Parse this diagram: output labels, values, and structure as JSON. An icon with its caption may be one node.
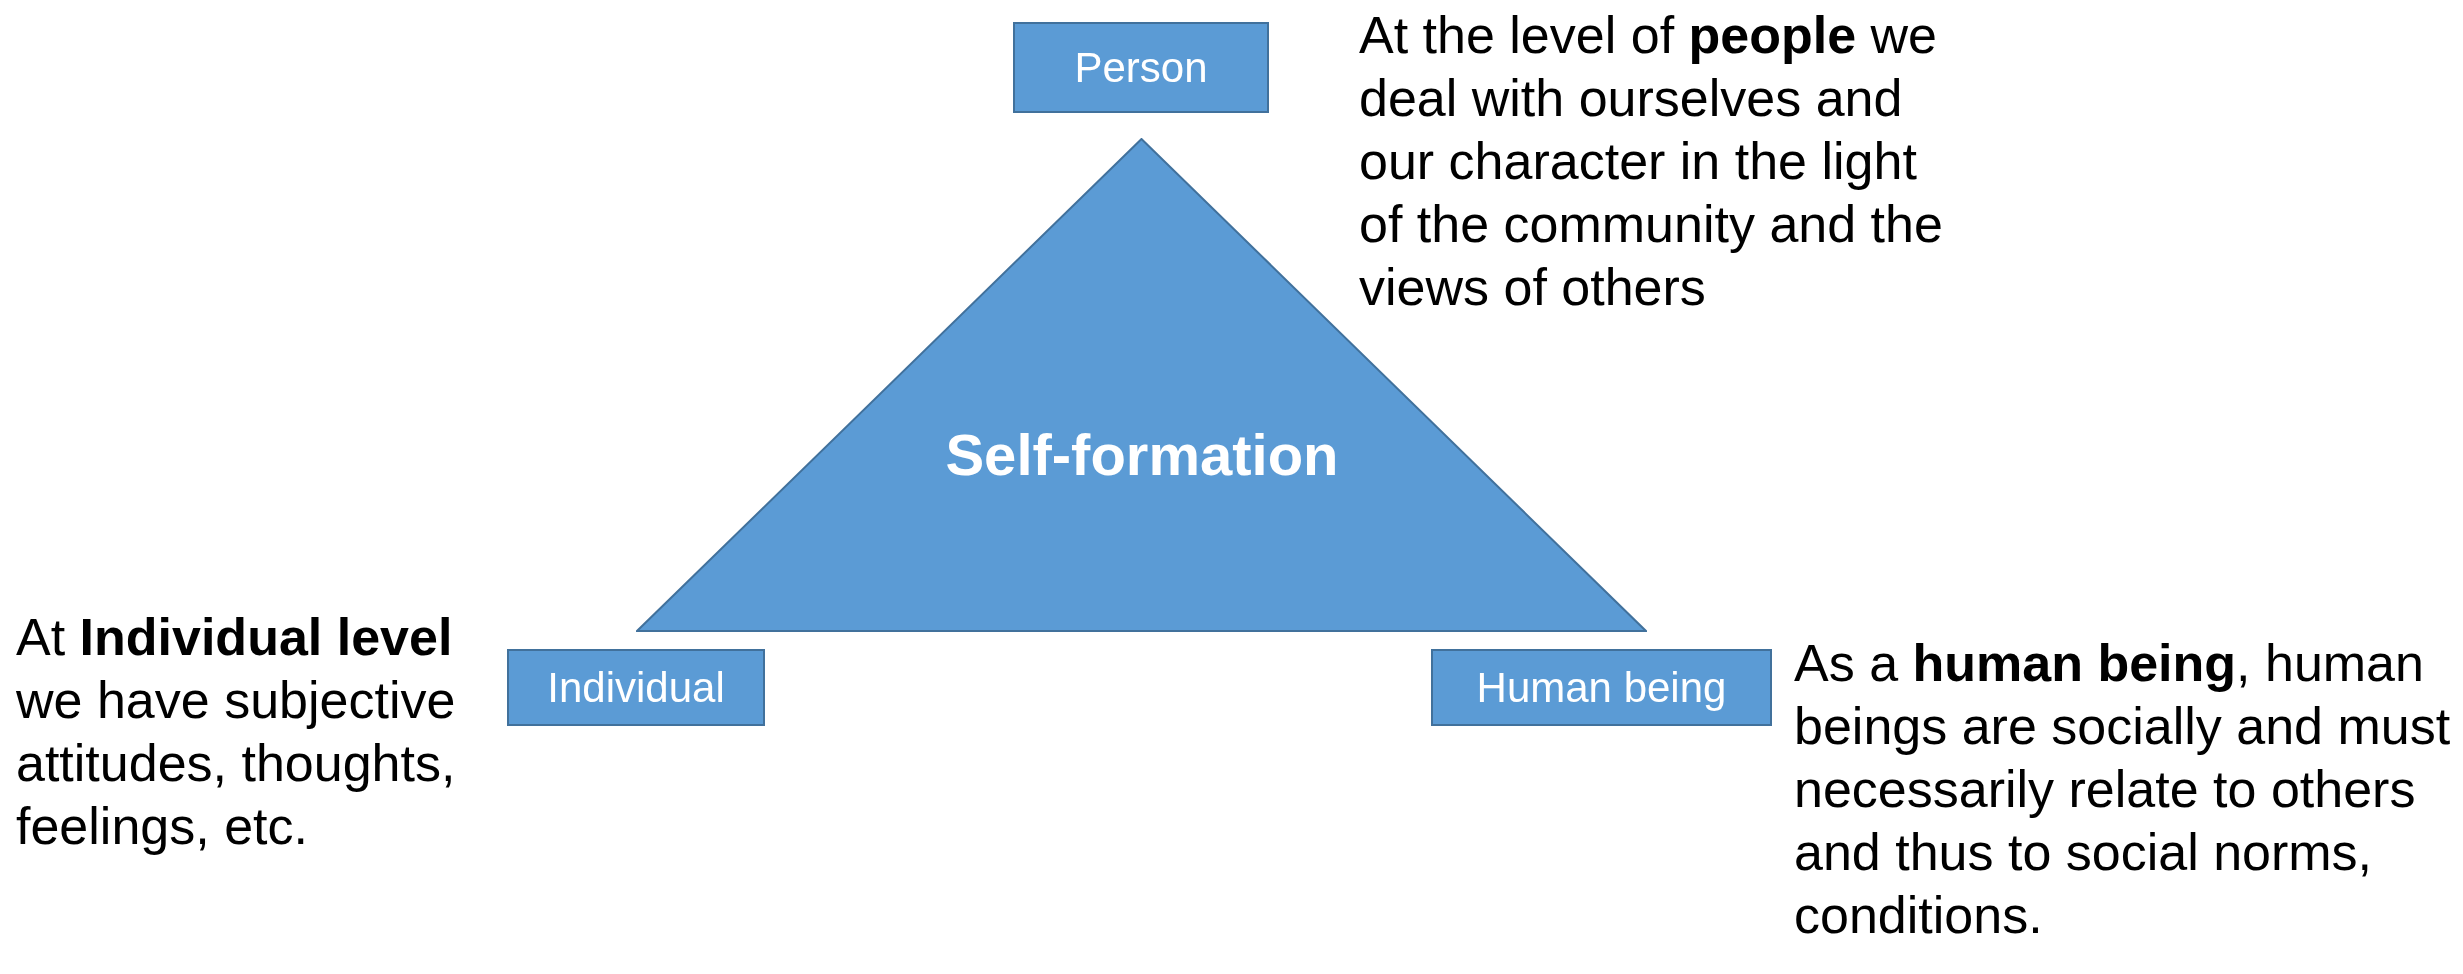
{
  "diagram": {
    "nodes": [
      {
        "text": [
          "Person"
        ]
      },
      {
        "text": [
          "Self-formation"
        ]
      },
      {
        "text": [
          "Individual"
        ]
      },
      {
        "text": [
          "Human being"
        ]
      }
    ],
    "labels": [
      "At the level of **people** we deal with ourselves and our character in the light of the community and the views of others",
      "At **Individual level** we have subjective attitudes, thoughts, feelings, etc.",
      "As a **human being**, human beings are socially and must necessarily relate to others and thus to social norms, conditions."
    ]
  }
}
